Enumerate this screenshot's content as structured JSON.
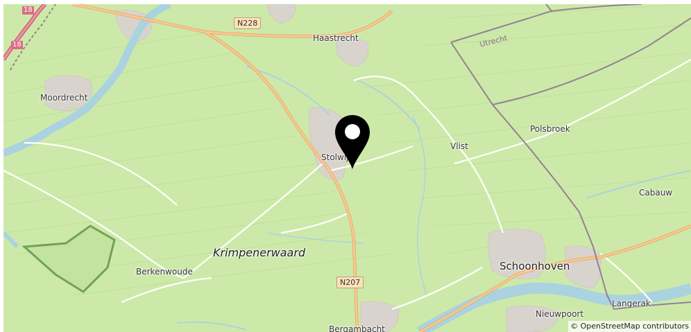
{
  "places": {
    "haastrecht": "Haastrecht",
    "moordrecht": "Moordrecht",
    "stolwijk": "Stolwijk",
    "vlist": "Vlist",
    "polsbroek": "Polsbroek",
    "cabauw": "Cabauw",
    "berkenwoude": "Berkenwoude",
    "schoonhoven": "Schoonhoven",
    "langerak": "Langerak",
    "nieuwpoort": "Nieuwpoort",
    "bergambacht": "Bergambacht"
  },
  "region": "Krimpenerwaard",
  "province": "Utrecht",
  "roads": {
    "n228": "N228",
    "n207": "N207",
    "a20": "18"
  },
  "attribution": "© OpenStreetMap contributors",
  "marker": {
    "icon": "map-pin-icon",
    "color": "#000000",
    "place": "Stolwijk"
  },
  "colors": {
    "land": "#cde9a9",
    "water": "#aad3df",
    "road_secondary": "#f7c994",
    "boundary": "#8a6f8f",
    "built_up": "#d9d3ce"
  }
}
